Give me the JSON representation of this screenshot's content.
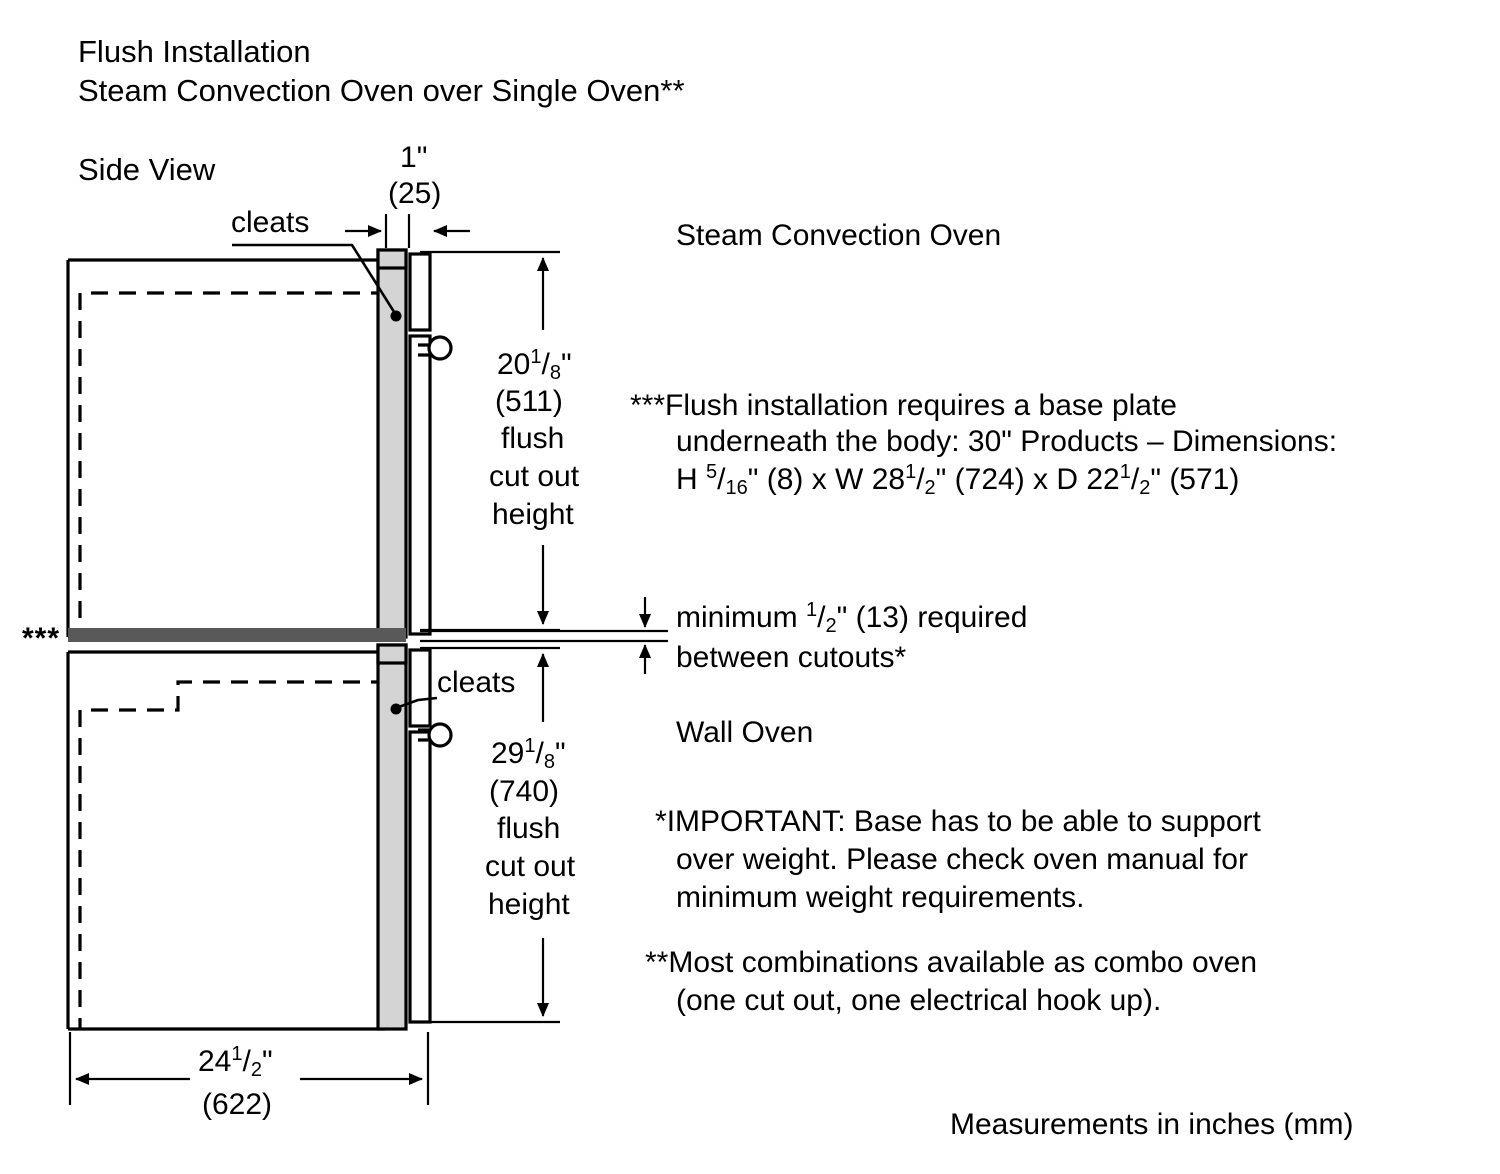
{
  "document": {
    "title_line_1": "Flush Installation",
    "title_line_2": "Steam Convection Oven over Single Oven**",
    "view_label": "Side View",
    "units_note": "Measurements in inches (mm)"
  },
  "callouts": {
    "cleats_upper": "cleats",
    "cleats_lower": "cleats",
    "base_plate_marker": "***",
    "upper_unit": "Steam Convection Oven",
    "lower_unit": "Wall Oven"
  },
  "dimensions": {
    "wall_thickness": {
      "inches_whole": "1",
      "inch_mark": "\"",
      "mm": "(25)"
    },
    "upper_cutout": {
      "whole": "20",
      "frac_num": "1",
      "frac_den": "8",
      "inch_mark": "\"",
      "mm": "(511)",
      "desc_line_1": "flush",
      "desc_line_2": "cut out",
      "desc_line_3": "height"
    },
    "lower_cutout": {
      "whole": "29",
      "frac_num": "1",
      "frac_den": "8",
      "inch_mark": "\"",
      "mm": "(740)",
      "desc_line_1": "flush",
      "desc_line_2": "cut out",
      "desc_line_3": "height"
    },
    "depth": {
      "whole": "24",
      "frac_num": "1",
      "frac_den": "2",
      "inch_mark": "\"",
      "mm": "(622)"
    },
    "gap_between_cutouts": {
      "prefix": "minimum",
      "frac_num": "1",
      "frac_den": "2",
      "inch_mark": "\"",
      "mm": "(13)",
      "suffix": "required",
      "line_2": "between cutouts*"
    }
  },
  "footnotes": {
    "base_plate": {
      "marker": "***",
      "line_1": "Flush installation requires a base plate",
      "line_2": "underneath the body: 30\" Products – Dimensions:",
      "line_3_prefix": "H",
      "line_3_h_num": "5",
      "line_3_h_den": "16",
      "line_3_h_rest": "\" (8) x W 28",
      "line_3_w_num": "1",
      "line_3_w_den": "2",
      "line_3_w_rest": "\" (724) x D 22",
      "line_3_d_num": "1",
      "line_3_d_den": "2",
      "line_3_d_rest": "\" (571)"
    },
    "important": {
      "marker": "*",
      "line_1": "IMPORTANT: Base has to be able to support",
      "line_2": "over weight. Please check oven manual for",
      "line_3": "minimum weight requirements."
    },
    "combo": {
      "marker": "**",
      "line_1": "Most combinations available as combo oven",
      "line_2": "(one cut out, one electrical hook up)."
    }
  },
  "colors": {
    "line": "#000000",
    "cleat_fill": "#d4d4d4",
    "base_plate_fill": "#595959",
    "background": "#ffffff"
  }
}
